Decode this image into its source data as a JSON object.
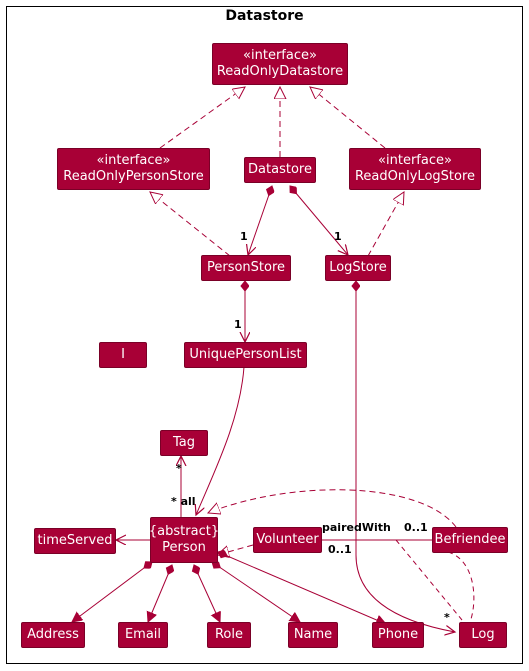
{
  "diagram": {
    "title": "Datastore",
    "stereotype": "«interface»",
    "abstract_tag": "{abstract}",
    "nodes": {
      "read_only_datastore": "ReadOnlyDatastore",
      "read_only_person_store": "ReadOnlyPersonStore",
      "datastore": "Datastore",
      "read_only_log_store": "ReadOnlyLogStore",
      "person_store": "PersonStore",
      "log_store": "LogStore",
      "i": "I",
      "unique_person_list": "UniquePersonList",
      "tag": "Tag",
      "time_served": "timeServed",
      "person": "Person",
      "volunteer": "Volunteer",
      "befriendee": "Befriendee",
      "address": "Address",
      "email": "Email",
      "role": "Role",
      "name": "Name",
      "phone": "Phone",
      "log": "Log"
    },
    "labels": {
      "ds_person_store_mult": "1",
      "ds_log_store_mult": "1",
      "ps_unique_list_mult": "1",
      "tag_mult": "*",
      "all": "* all",
      "paired_with": "pairedWith",
      "paired_right": "0..1",
      "paired_left": "0..1",
      "log_mult": "*"
    },
    "colors": {
      "box_fill": "#a80036",
      "line": "#a80036"
    }
  }
}
